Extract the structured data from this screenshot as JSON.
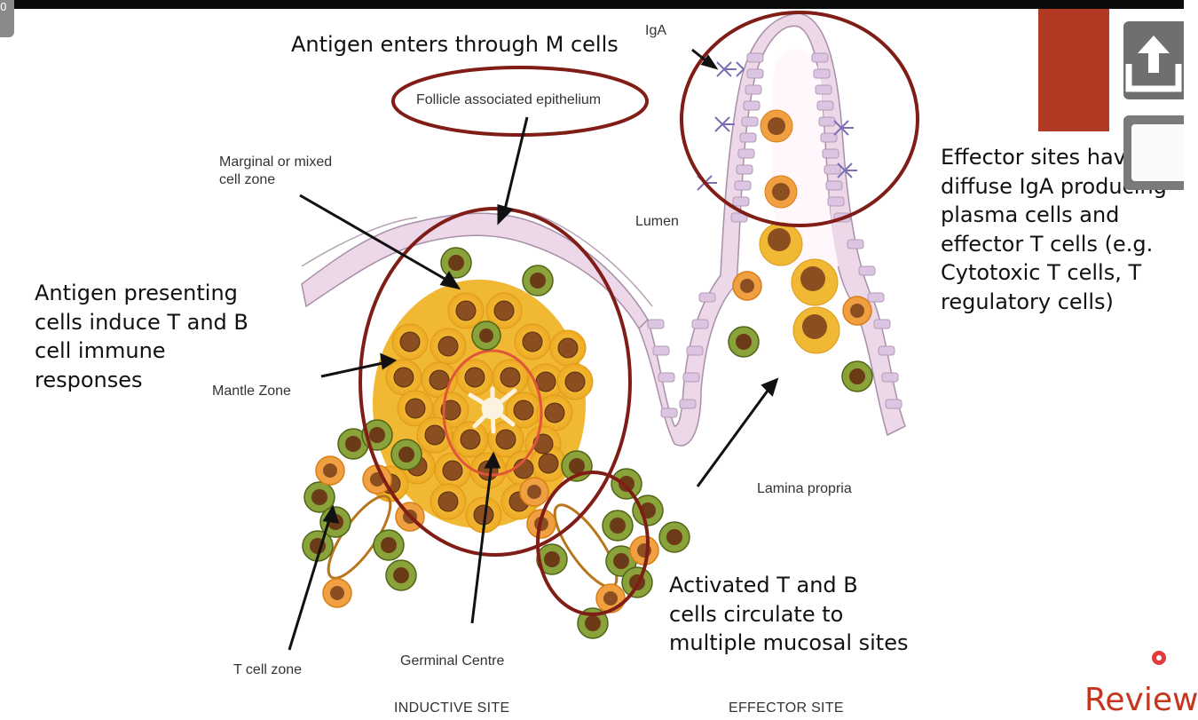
{
  "slide": {
    "number": "0",
    "title_annotation": "Antigen enters through M cells",
    "left_annotation": [
      "Antigen presenting",
      "cells induce T and B",
      "cell immune",
      "responses"
    ],
    "right_annotation": [
      "Effector sites have",
      "diffuse IgA producing",
      "plasma cells and",
      "effector T cells (e.g.",
      "Cytotoxic T cells, T",
      "regulatory cells)"
    ],
    "bottom_annotation": [
      "Activated T and B",
      "cells circulate to",
      "multiple mucosal sites"
    ]
  },
  "diagram_labels": {
    "fae": "Follicle associated epithelium",
    "marginal_1": "Marginal or mixed",
    "marginal_2": "cell zone",
    "mantle": "Mantle Zone",
    "lumen": "Lumen",
    "iga": "IgA",
    "lamina": "Lamina propria",
    "t_cell_zone": "T cell zone",
    "germinal": "Germinal Centre",
    "inductive": "INDUCTIVE SITE",
    "effector": "EFFECTOR SITE"
  },
  "player": {
    "review_label": "Review",
    "accent_color": "#b03a24",
    "ellipse_color": "#7f1d16"
  }
}
